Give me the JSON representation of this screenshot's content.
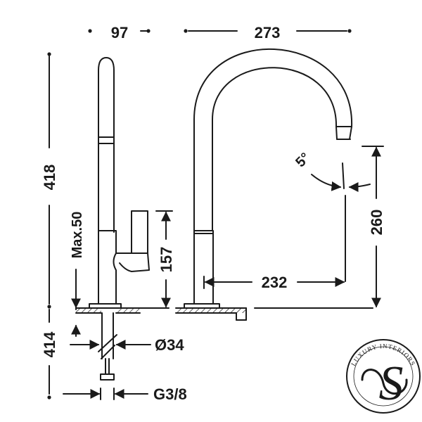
{
  "dimensions": {
    "top_width_left": "97",
    "top_width_right": "273",
    "total_height": "418",
    "max_thickness": "Max.50",
    "lever_height": "157",
    "spout_angle": "5°",
    "spout_height": "260",
    "spout_reach": "232",
    "under_length": "414",
    "hose_diameter": "Ø34",
    "connection": "G3/8"
  },
  "logo": {
    "arc_text": "LUXURY INTERIORS",
    "monogram": "S",
    "icon": "luxury-interiors-logo-icon"
  },
  "colors": {
    "ink": "#1a1a1a",
    "background": "#ffffff"
  }
}
